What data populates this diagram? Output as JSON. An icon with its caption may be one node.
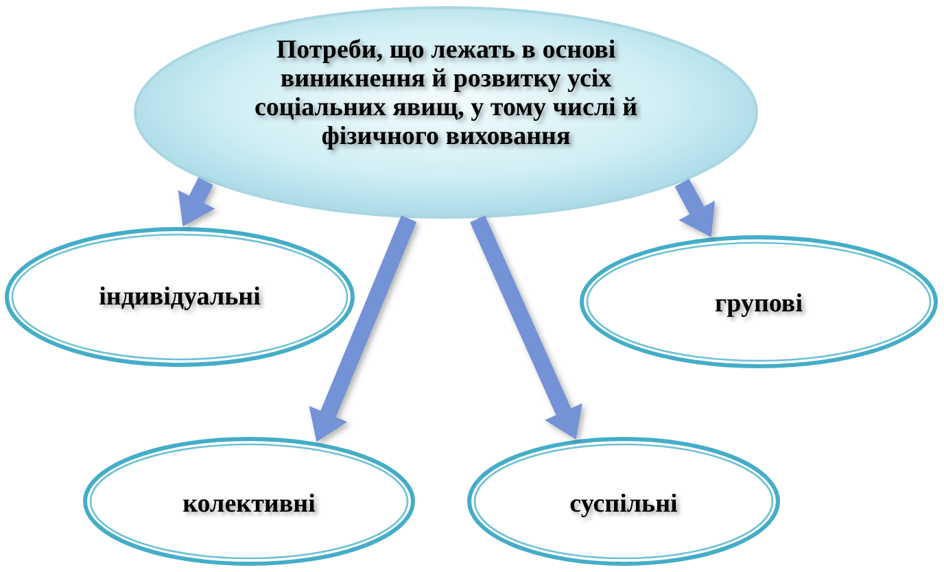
{
  "diagram": {
    "nodes": [
      {
        "text": [
          "Потреби, що лежать в основі виникнення й розвитку усіх соціальних явищ, у тому числі й фізичного виховання"
        ]
      },
      {
        "text": [
          "індивідуальні"
        ]
      },
      {
        "text": [
          "групові"
        ]
      },
      {
        "text": [
          "колективні"
        ]
      },
      {
        "text": [
          "суспільні"
        ]
      }
    ],
    "edges": [
      {
        "from": 0,
        "to": 1,
        "arrow": "to"
      },
      {
        "from": 0,
        "to": 2,
        "arrow": "to"
      },
      {
        "from": 0,
        "to": 3,
        "arrow": "to"
      },
      {
        "from": 0,
        "to": 4,
        "arrow": "to"
      }
    ]
  }
}
